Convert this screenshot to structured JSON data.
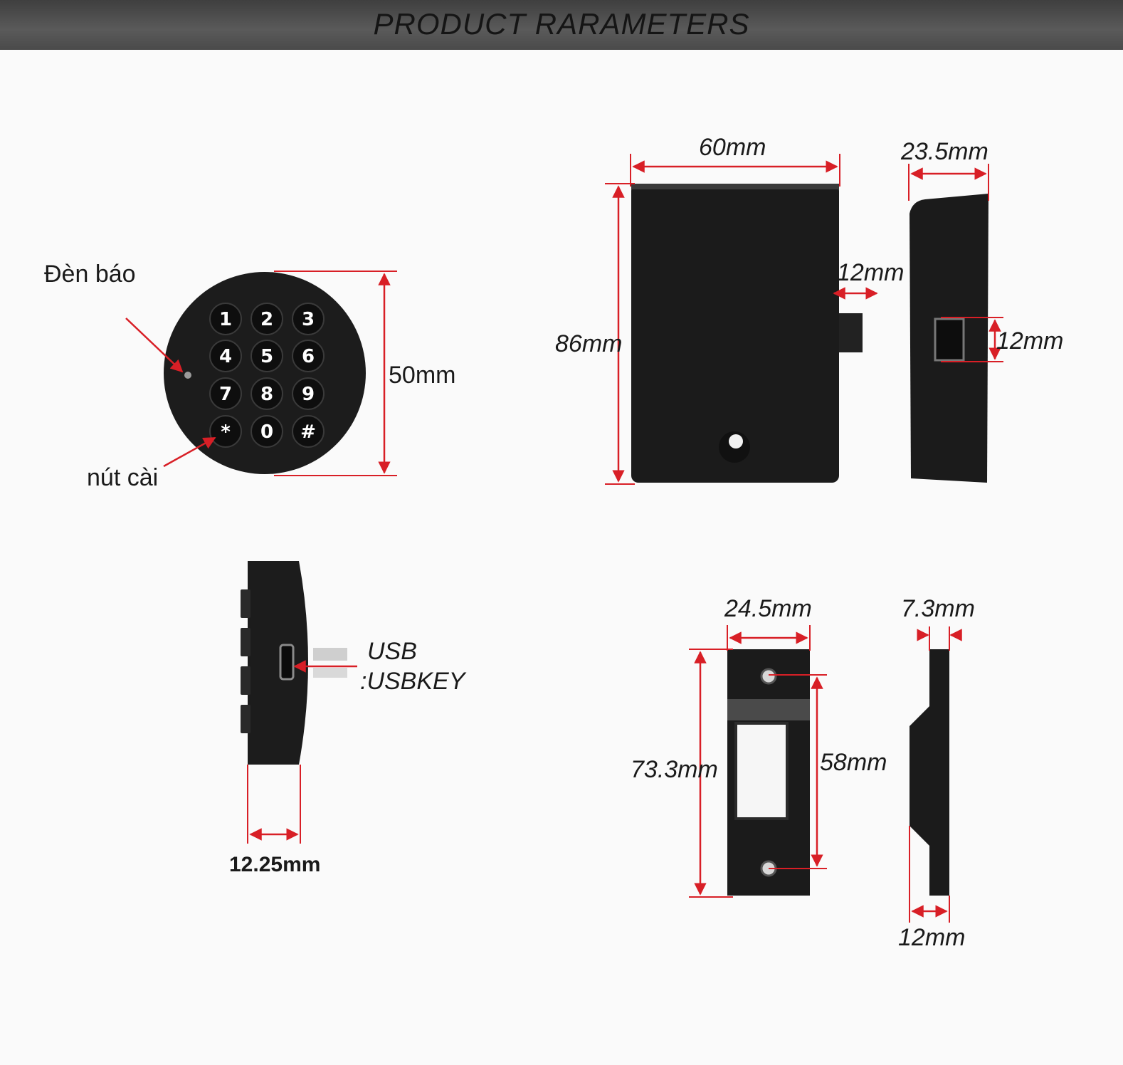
{
  "header": {
    "title": "PRODUCT RARAMETERS"
  },
  "keypad": {
    "keys": [
      "1",
      "2",
      "3",
      "4",
      "5",
      "6",
      "7",
      "8",
      "9",
      "*",
      "0",
      "#"
    ],
    "indicator_label": "Đèn báo",
    "latch_button_label": "nút cài",
    "diameter": "50mm",
    "thickness": "12.25mm",
    "usb_label": "USB",
    "usbkey_label": ":USBKEY"
  },
  "lock_body": {
    "width": "60mm",
    "height": "86mm",
    "bolt_length": "12mm",
    "depth": "23.5mm",
    "bolt_height": "12mm"
  },
  "strike_plate": {
    "width": "24.5mm",
    "height": "73.3mm",
    "hole_spacing": "58mm",
    "thickness": "7.3mm",
    "depth": "12mm"
  },
  "colors": {
    "dimension_line": "#d81f26",
    "product": "#1b1b1b",
    "header_bg": "#4d4d4d"
  }
}
